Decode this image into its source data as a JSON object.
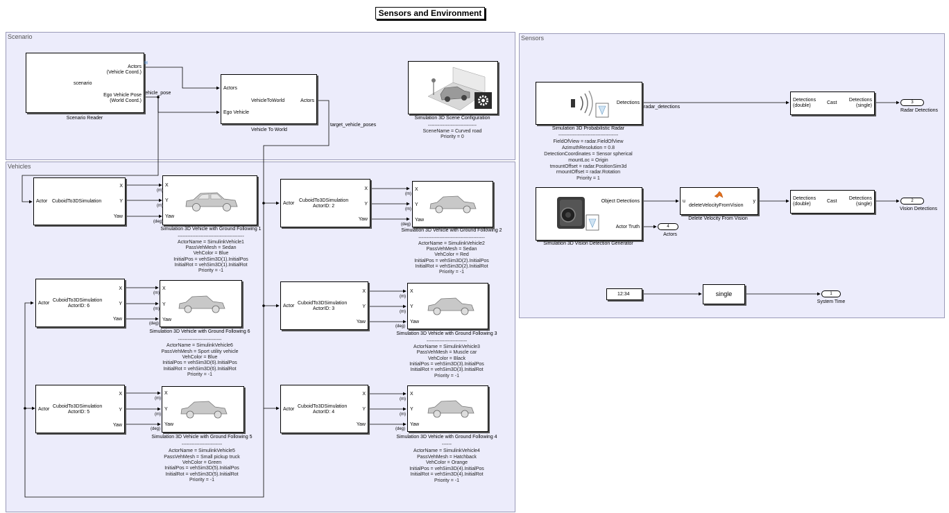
{
  "title": "Sensors and Environment",
  "areas": {
    "scenario": "Scenario",
    "vehicles": "Vehicles",
    "sensors": "Sensors"
  },
  "scenario_reader": {
    "caption": "Scenario Reader",
    "center": "scenario",
    "out1": "Actors",
    "out1b": "(Vehicle Coord.)",
    "out2": "Ego Vehicle Pose",
    "out2b": "(World Coord.)"
  },
  "vehicle_to_world": {
    "caption": "Vehicle To World",
    "in1": "Actors",
    "in2": "Ego Vehicle",
    "center": "VehicleToWorld",
    "out": "Actors"
  },
  "signals": {
    "ego_pose": "ego_vehicle_pose",
    "target_poses": "target_vehicle_poses",
    "radar_det": "radar_detections"
  },
  "scene_config": {
    "caption": "Simulation 3D Scene Configuration",
    "sep": "------------------------------",
    "p1": "SceneName = Curved road",
    "p2": "Priority = 0"
  },
  "cuboid": {
    "name": "CuboidTo3DSimulation",
    "in": "Actor",
    "out_x": "X",
    "out_y": "Y",
    "out_yaw": "Yaw",
    "ids": {
      "v2": "ActorID: 2",
      "v3": "ActorID: 3",
      "v4": "ActorID: 4",
      "v5": "ActorID: 5",
      "v6": "ActorID: 6"
    }
  },
  "veh_ports": {
    "x": "X",
    "y": "Y",
    "yaw": "Yaw",
    "m": "(m)",
    "deg": "(deg)"
  },
  "vehicles": {
    "v1": {
      "caption": "Simulation 3D Vehicle with Ground Following 1",
      "sep": "-----------------------------------------",
      "p1": "ActorName = SimulinkVehicle1",
      "p2": "PassVehMesh = Sedan",
      "p3": "VehColor = Blue",
      "p4": "InitialPos = vehSim3D(1).InitialPos",
      "p5": "InitialRot = vehSim3D(1).InitialRot",
      "p6": "Priority = -1"
    },
    "v2": {
      "caption": "Simulation 3D Vehicle with Ground Following 2",
      "sep": "-----------------------------------------",
      "p1": "ActorName = SimulinkVehicle2",
      "p2": "PassVehMesh = Sedan",
      "p3": "VehColor = Red",
      "p4": "InitialPos = vehSim3D(2).InitialPos",
      "p5": "InitialRot = vehSim3D(2).InitialRot",
      "p6": "Priority = -1"
    },
    "v3": {
      "caption": "Simulation 3D Vehicle with Ground Following 3",
      "sep": "-------------------------",
      "p1": "ActorName = SimulinkVehicle3",
      "p2": "PassVehMesh = Muscle car",
      "p3": "VehColor = Black",
      "p4": "InitialPos = vehSim3D(3).InitialPos",
      "p5": "InitialRot = vehSim3D(3).InitialRot",
      "p6": "Priority = -1"
    },
    "v4": {
      "caption": "Simulation 3D Vehicle with Ground Following 4",
      "sep": "------",
      "p1": "ActorName = SimulinkVehicle4",
      "p2": "PassVehMesh = Hatchback",
      "p3": "VehColor = Orange",
      "p4": "InitialPos = vehSim3D(4).InitialPos",
      "p5": "InitialRot = vehSim3D(4).InitialRot",
      "p6": "Priority = -1"
    },
    "v5": {
      "caption": "Simulation 3D Vehicle with Ground Following 5",
      "sep": "-------------------------",
      "p1": "ActorName = SimulinkVehicle5",
      "p2": "PassVehMesh = Small pickup truck",
      "p3": "VehColor = Green",
      "p4": "InitialPos = vehSim3D(5).InitialPos",
      "p5": "InitialRot = vehSim3D(5).InitialRot",
      "p6": "Priority = -1"
    },
    "v6": {
      "caption": "Simulation 3D Vehicle with Ground Following 6",
      "sep": "---------------------------",
      "p1": "ActorName = SimulinkVehicle6",
      "p2": "PassVehMesh = Sport utility vehicle",
      "p3": "VehColor = Blue",
      "p4": "InitialPos = vehSim3D(6).InitialPos",
      "p5": "InitialRot = vehSim3D(6).InitialRot",
      "p6": "Priority = -1"
    }
  },
  "radar": {
    "caption": "Simulation 3D Probabilistic Radar",
    "out": "Detections",
    "sep": "-------------------------------------",
    "params": [
      "FieldOfView = radar.FieldOfView",
      "AzimuthResolution = 0.8",
      "DetectionCoordinates = Sensor spherical",
      "mountLoc = Origin",
      "tmountOffset = radar.PositionSim3d",
      "rmountOffset = radar.Rotation",
      "Priority = 1"
    ]
  },
  "cast": {
    "in1": "Detections",
    "in2": "(double)",
    "center": "Cast",
    "out1": "Detections",
    "out2": "(single)"
  },
  "vision": {
    "caption": "Simulation 3D Vision Detection Generator",
    "out1": "Object Detections",
    "out2": "Actor Truth"
  },
  "delete_velocity": {
    "caption": "Delete Velocity From Vision",
    "center": "deleteVelocityFromVision",
    "in": "u",
    "out": "y"
  },
  "outports": {
    "radar": {
      "num": "3",
      "label": "Radar Detections"
    },
    "vision": {
      "num": "2",
      "label": "Vision Detections"
    },
    "actors": {
      "num": "4",
      "label": "Actors"
    },
    "time": {
      "num": "1",
      "label": "System Time"
    }
  },
  "clock": {
    "value": "12:34"
  },
  "single": {
    "label": "single"
  },
  "colors": {
    "area_bg": "#ececfb",
    "area_border": "#9a9ab8",
    "wire": "#000000",
    "gear_bg": "#2b2b2b"
  }
}
